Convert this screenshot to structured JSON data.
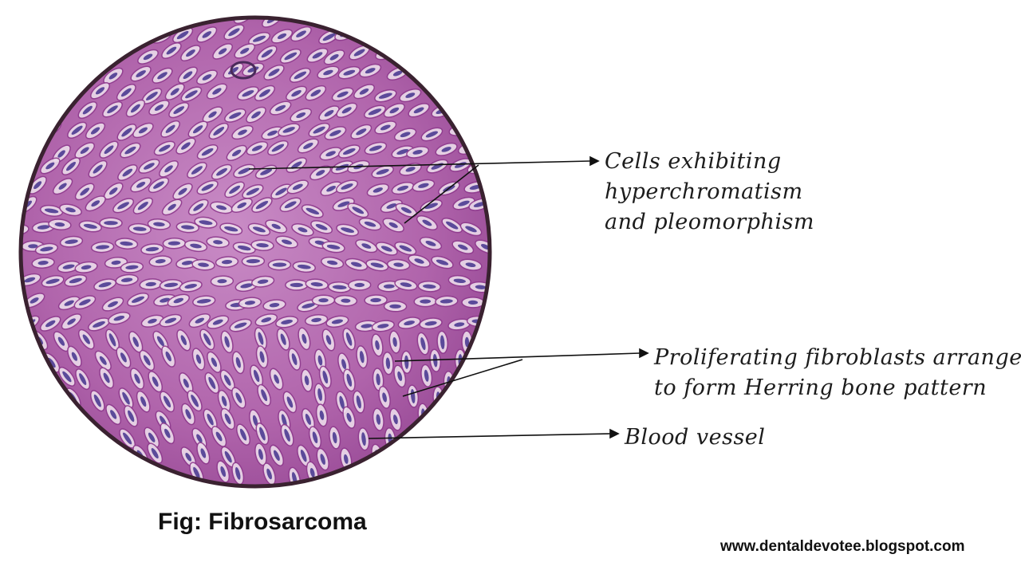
{
  "diagram": {
    "title": "Fig: Fibrosarcoma",
    "website": "www.dentaldevotee.blogspot.com",
    "labels": {
      "cells": {
        "line1": "Cells exhibiting",
        "line2": "hyperchromatism",
        "line3": "and pleomorphism"
      },
      "fibroblasts": {
        "line1": "Proliferating fibroblasts arranged",
        "line2": "to form Herring bone pattern"
      },
      "vessel": {
        "line1": "Blood vessel"
      }
    }
  },
  "colors": {
    "tissue_stroma": "#b766b0",
    "tissue_dark": "#8e3a8d",
    "cell_halo": "#ecdcea",
    "nucleus": "#5b4a9a",
    "rim": "#3a2230",
    "leader": "#111111"
  }
}
